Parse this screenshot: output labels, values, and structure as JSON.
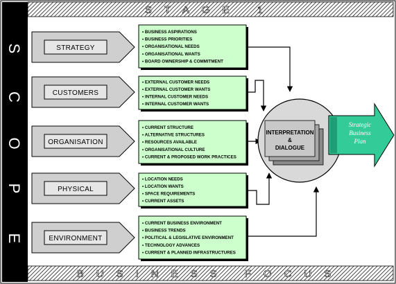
{
  "header": {
    "title": "STAGE 1"
  },
  "footer": {
    "title": "BUSINESS FOCUS"
  },
  "side": {
    "letters": [
      "S",
      "C",
      "O",
      "P",
      "E"
    ]
  },
  "rows": [
    {
      "label": "STRATEGY",
      "items": [
        "BUSINESS ASPIRATIONS",
        "BUSINESS PRIORITIES",
        "ORGANISATIONAL NEEDS",
        "ORGANISATIONAL WANTS",
        "BOARD OWNERSHIP & COMMITMENT"
      ]
    },
    {
      "label": "CUSTOMERS",
      "items": [
        "EXTERNAL CUSTOMER NEEDS",
        "EXTERNAL CUSTOMER WANTS",
        "INTERNAL CUSTOMER NEEDS",
        "INTERNAL CUSTOMER WANTS"
      ]
    },
    {
      "label": "ORGANISATION",
      "items": [
        "CURRENT STRUCTURE",
        "ALTERNATIVE STRUCTURES",
        "RESOURCES AVAILABLE",
        "ORGANISATIONAL CULTURE",
        "CURRENT & PROPOSED WORK PRACTICES"
      ]
    },
    {
      "label": "PHYSICAL",
      "items": [
        "LOCATION NEEDS",
        "LOCATION WANTS",
        "SPACE REQUIREMENTS",
        "CURRENT ASSETS"
      ]
    },
    {
      "label": "ENVIRONMENT",
      "items": [
        "CURRENT BUSINESS ENVIRONMENT",
        "BUSINESS TRENDS",
        "POLITICAL & LEGISLATIVE ENVIRONMENT",
        "TECHNOLOGY ADVANCES",
        "CURRENT & PLANNED INFRASTRUCTURES"
      ]
    }
  ],
  "center": {
    "line1": "INTERPRETATION",
    "line2": "&",
    "line3": "DIALOGUE"
  },
  "output": {
    "line1": "Strategic",
    "line2": "Business",
    "line3": "Plan"
  },
  "colors": {
    "box_fill": "#ccffcc",
    "arrow_fill": "#33cc99",
    "circle_fill": "#d9d9d9",
    "chevron_fill": "#cfcfcf",
    "side_bar": "#000000"
  }
}
